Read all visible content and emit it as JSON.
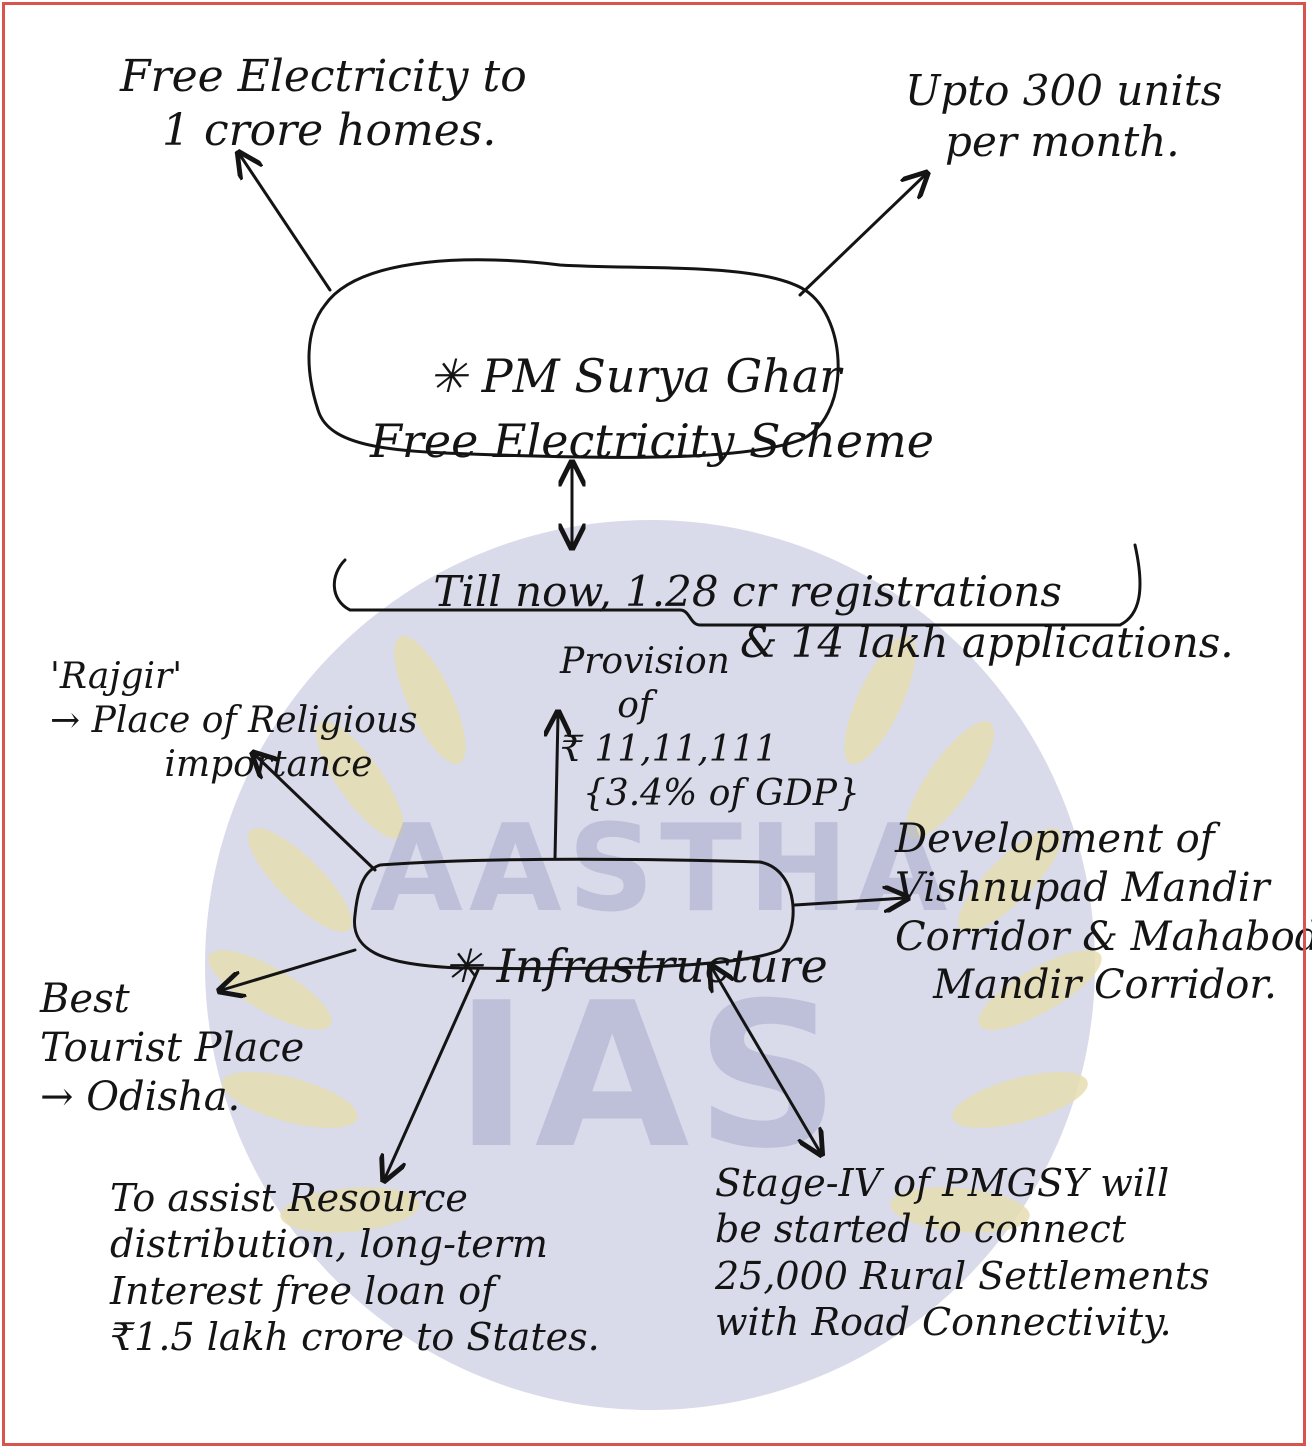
{
  "watermark": {
    "line1": "AASTHA",
    "line2": "IAS",
    "circle_color": "#b9bcd8",
    "laurel_color": "#e7deb1"
  },
  "central_topic": {
    "title_line1": "PM Surya Ghar",
    "title_line2": "Free Electricity Scheme",
    "icon": "sun-icon"
  },
  "topic_notes": {
    "free_electricity": "Free Electricity to\n   1 crore homes.",
    "units": "Upto 300 units\n   per month.",
    "registrations_line1": "Till now, 1.28 cr registrations",
    "registrations_line2": "& 14 lakh applications."
  },
  "infrastructure": {
    "label": "Infrastructure",
    "icon": "sun-icon"
  },
  "branches": {
    "rajgir": "'Rajgir'\n→ Place of Religious\n          importance",
    "provision": "Provision\n     of\n₹ 11,11,111\n  {3.4% of GDP}",
    "development": "Development of\nVishnupad Mandir\nCorridor & Mahabodhi\n   Mandir Corridor.",
    "tourist": "Best\nTourist Place\n→ Odisha.",
    "loan": "To assist Resource\ndistribution, long-term\nInterest free loan of\n₹1.5 lakh crore to States.",
    "pmgsy": "Stage-IV of PMGSY will\nbe started to connect\n25,000 Rural Settlements\nwith Road Connectivity."
  },
  "colors": {
    "frame": "#d9534f",
    "ink": "#141414"
  }
}
